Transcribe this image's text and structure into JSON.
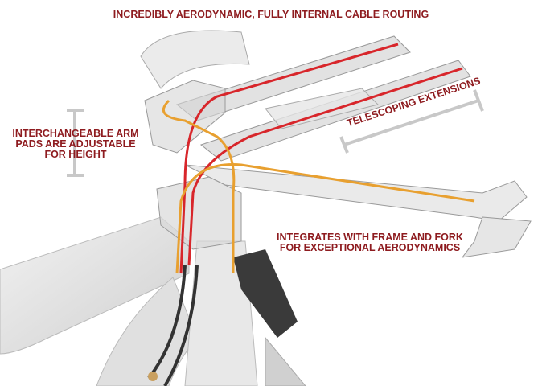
{
  "title": "INCREDIBLY AERODYNAMIC, FULLY INTERNAL CABLE ROUTING",
  "callouts": {
    "arm_pads": [
      "INTERCHANGEABLE ARM",
      "PADS ARE ADJUSTABLE",
      "FOR HEIGHT"
    ],
    "telescoping": "TELESCOPING EXTENSIONS",
    "integrates": [
      "INTEGRATES WITH FRAME AND FORK",
      "FOR EXCEPTIONAL AERODYNAMICS"
    ]
  },
  "colors": {
    "label": "#8e1b1f",
    "cable_red": "#d8262b",
    "cable_orange": "#e8a030",
    "bracket": "#c8c8c8"
  }
}
